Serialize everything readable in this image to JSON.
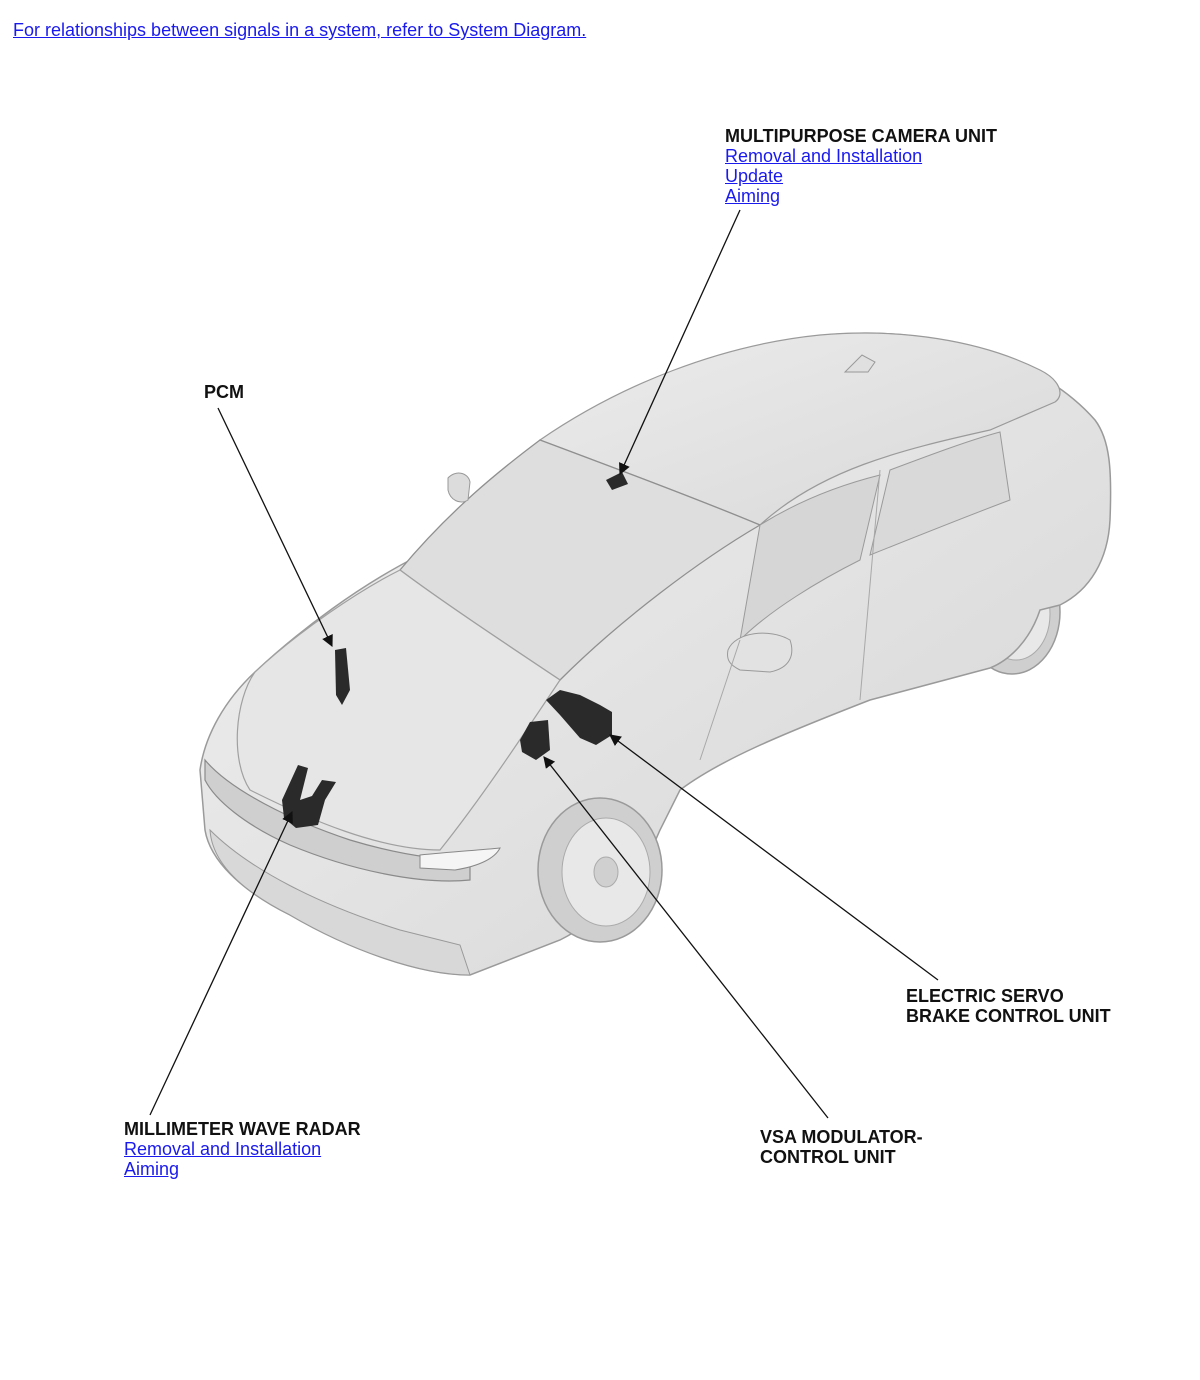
{
  "top_link": "For relationships between signals in a system, refer to System Diagram.",
  "callouts": {
    "camera": {
      "title": "MULTIPURPOSE CAMERA UNIT",
      "links": [
        "Removal and Installation",
        "Update",
        "Aiming"
      ]
    },
    "pcm": {
      "title": "PCM"
    },
    "radar": {
      "title": "MILLIMETER WAVE RADAR",
      "links": [
        "Removal and Installation",
        "Aiming"
      ]
    },
    "brake": {
      "title_line1": "ELECTRIC SERVO",
      "title_line2": "BRAKE CONTROL UNIT"
    },
    "vsa": {
      "title_line1": "VSA MODULATOR-",
      "title_line2": "CONTROL UNIT"
    }
  },
  "colors": {
    "link": "#1a1aee",
    "label": "#111111",
    "car_body": "#e4e4e4",
    "car_outline": "#9a9a9a",
    "component": "#2a2a2a"
  }
}
